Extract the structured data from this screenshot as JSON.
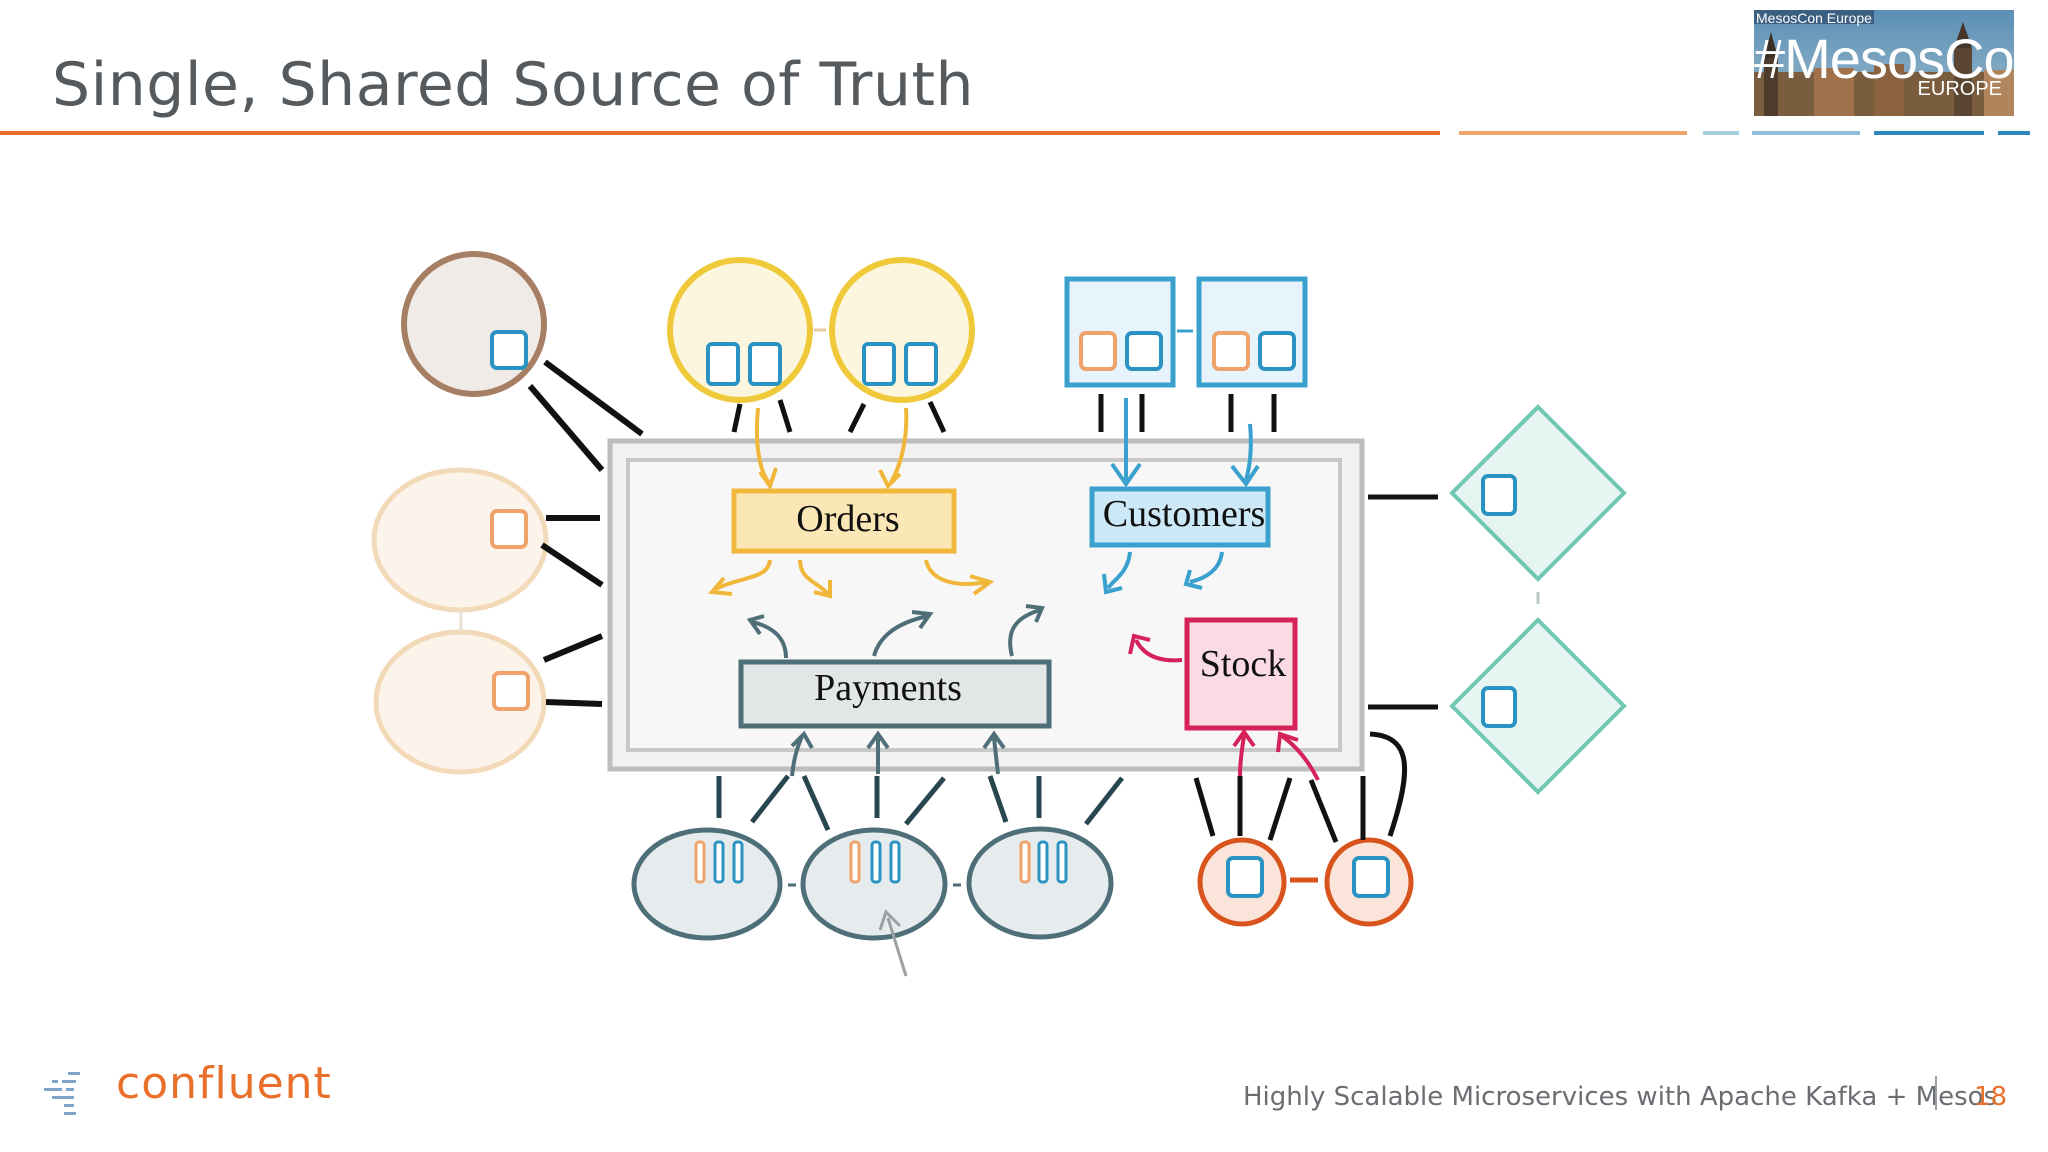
{
  "slide": {
    "title": "Single, Shared Source of Truth",
    "page_number": "18",
    "footer": "Highly Scalable Microservices with Apache Kafka + Mesos"
  },
  "event_logo": {
    "small_text": "MesosCon Europe",
    "main_text": "#MesosCon",
    "sub_text": "EUROPE"
  },
  "brand": {
    "name": "confluent",
    "color": "#e8702a"
  },
  "diagram": {
    "labels": {
      "orders": "Orders",
      "customers": "Customers",
      "payments": "Payments",
      "stock": "Stock"
    },
    "colors": {
      "orders": "#f0b73a",
      "customers": "#3aa1cf",
      "payments": "#4e6f78",
      "stock": "#d6225a",
      "brown": "#a57e63",
      "peach": "#f2d9b8",
      "teal": "#6fc7b4",
      "orange": "#d9541c",
      "accent": "#e8702a"
    }
  }
}
